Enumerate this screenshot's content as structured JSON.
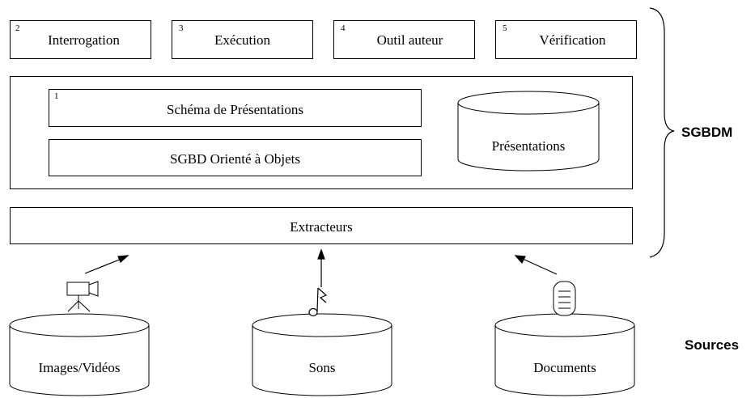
{
  "top_modules": [
    {
      "number": "2",
      "label": "Interrogation"
    },
    {
      "number": "3",
      "label": "Exécution"
    },
    {
      "number": "4",
      "label": "Outil auteur"
    },
    {
      "number": "5",
      "label": "Vérification"
    }
  ],
  "core": {
    "schema": {
      "number": "1",
      "label": "Schéma de Présentations"
    },
    "sgbd": {
      "label": "SGBD Orienté à Objets"
    },
    "store": {
      "label": "Présentations"
    }
  },
  "extractors": {
    "label": "Extracteurs"
  },
  "sources": [
    {
      "label": "Images/Vidéos",
      "icon": "camera-icon"
    },
    {
      "label": "Sons",
      "icon": "music-note-icon"
    },
    {
      "label": "Documents",
      "icon": "document-icon"
    }
  ],
  "side_labels": {
    "sgbdm": "SGBDM",
    "sources": "Sources"
  }
}
